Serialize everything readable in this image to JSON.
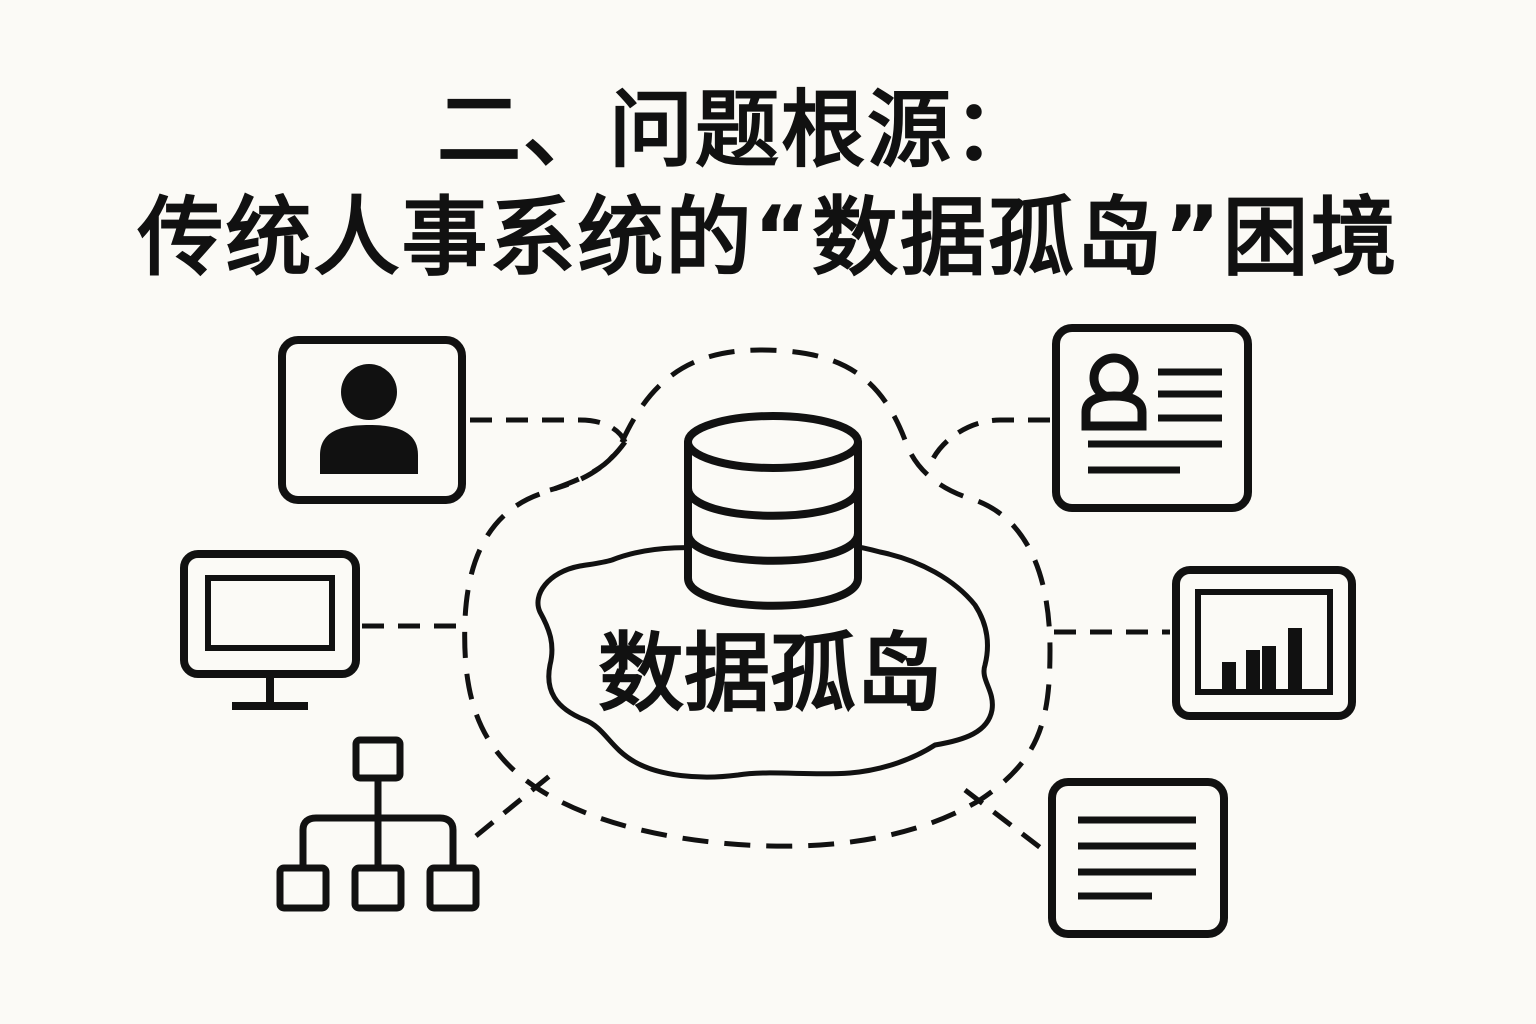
{
  "title": {
    "line1": "二、问题根源：",
    "line2": "传统人事系统的“数据孤岛”困境"
  },
  "center": {
    "label": "数据孤岛"
  },
  "nodes": [
    {
      "id": "employee",
      "icon": "person-icon"
    },
    {
      "id": "computer",
      "icon": "monitor-icon"
    },
    {
      "id": "org-structure",
      "icon": "org-chart-icon"
    },
    {
      "id": "profile",
      "icon": "id-card-icon"
    },
    {
      "id": "analytics",
      "icon": "bar-chart-icon"
    },
    {
      "id": "documents",
      "icon": "document-icon"
    }
  ],
  "colors": {
    "ink": "#111111",
    "background": "#fbfaf6"
  }
}
